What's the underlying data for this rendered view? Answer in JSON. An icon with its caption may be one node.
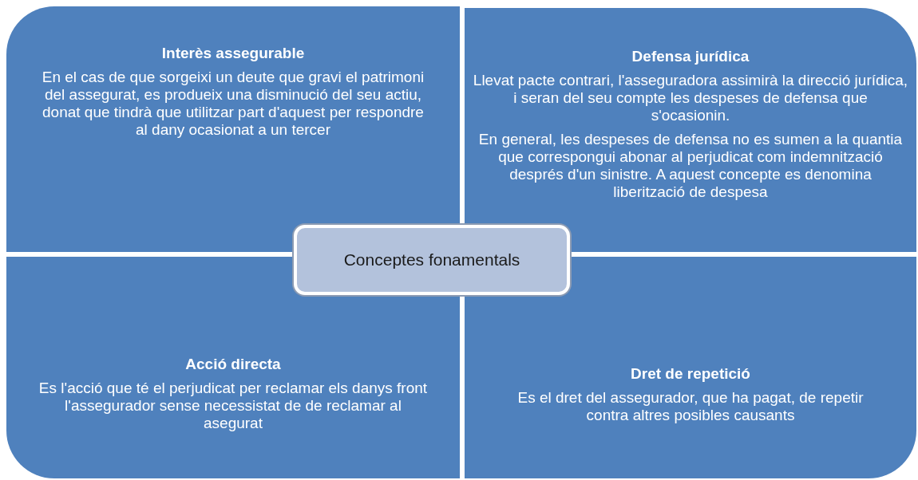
{
  "diagram": {
    "nodes": [
      {
        "text": [
          "Interès assegurable",
          "En el cas de que sorgeixi un deute que gravi el patrimoni del assegurat, es produeix una disminució del seu actiu, donat que tindrà que utilitzar part d'aquest per respondre al dany ocasionat a un tercer"
        ]
      },
      {
        "text": [
          "Defensa jurídica",
          "Llevat pacte contrari, l'asseguradora assimirà la direcció jurídica, i seran del seu compte les despeses de defensa que s'ocasionin.",
          "En general, les despeses de defensa no es sumen a la quantia que correspongui abonar al perjudicat com indemnització després d'un sinistre. A aquest concepte es denomina liberització de despesa"
        ]
      },
      {
        "text": [
          "Acció directa",
          "Es l'acció que té el perjudicat per reclamar els danys front l'assegurador sense necessistat de de reclamar al asegurat"
        ]
      },
      {
        "text": [
          "Dret de repetició",
          "Es el dret del assegurador, que ha pagat, de repetir contra altres posibles causants"
        ]
      },
      {
        "text": [
          "Conceptes fonamentals"
        ]
      }
    ],
    "edges": []
  }
}
